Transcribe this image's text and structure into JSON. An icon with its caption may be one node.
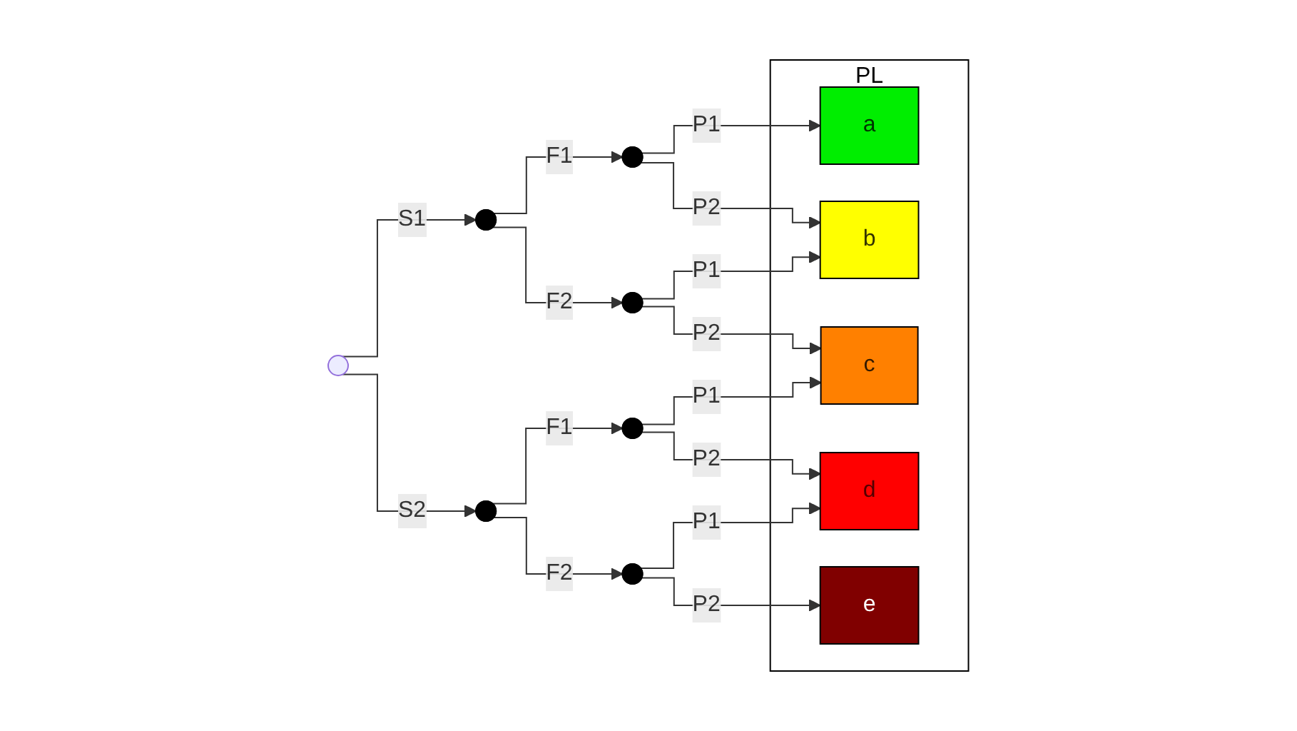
{
  "diagram": {
    "nodes": [
      {
        "text": [],
        "shape": "circle"
      },
      {
        "text": [],
        "shape": "point"
      },
      {
        "text": [],
        "shape": "point"
      },
      {
        "text": [],
        "shape": "point"
      },
      {
        "text": [],
        "shape": "point"
      },
      {
        "text": [],
        "shape": "point"
      },
      {
        "text": [],
        "shape": "point"
      },
      {
        "text": [
          "PL"
        ]
      },
      {
        "text": [
          "a"
        ],
        "in": 7
      },
      {
        "text": [
          "b"
        ],
        "in": 7
      },
      {
        "text": [
          "c"
        ],
        "in": 7
      },
      {
        "text": [
          "d"
        ],
        "in": 7
      },
      {
        "text": [
          "e"
        ],
        "in": 7
      }
    ],
    "edges": [
      {
        "from": 0,
        "to": 1,
        "label": "S1",
        "arrow": "to"
      },
      {
        "from": 0,
        "to": 4,
        "label": "S2",
        "arrow": "to"
      },
      {
        "from": 1,
        "to": 2,
        "label": "F1",
        "arrow": "to"
      },
      {
        "from": 1,
        "to": 3,
        "label": "F2",
        "arrow": "to"
      },
      {
        "from": 2,
        "to": 8,
        "label": "P1",
        "arrow": "to"
      },
      {
        "from": 2,
        "to": 9,
        "label": "P2",
        "arrow": "to"
      },
      {
        "from": 3,
        "to": 9,
        "label": "P1",
        "arrow": "to"
      },
      {
        "from": 3,
        "to": 10,
        "label": "P2",
        "arrow": "to"
      },
      {
        "from": 4,
        "to": 5,
        "label": "F1",
        "arrow": "to"
      },
      {
        "from": 4,
        "to": 6,
        "label": "F2",
        "arrow": "to"
      },
      {
        "from": 5,
        "to": 10,
        "label": "P1",
        "arrow": "to"
      },
      {
        "from": 5,
        "to": 11,
        "label": "P2",
        "arrow": "to"
      },
      {
        "from": 6,
        "to": 11,
        "label": "P1",
        "arrow": "to"
      },
      {
        "from": 6,
        "to": 12,
        "label": "P2",
        "arrow": "to"
      }
    ]
  }
}
